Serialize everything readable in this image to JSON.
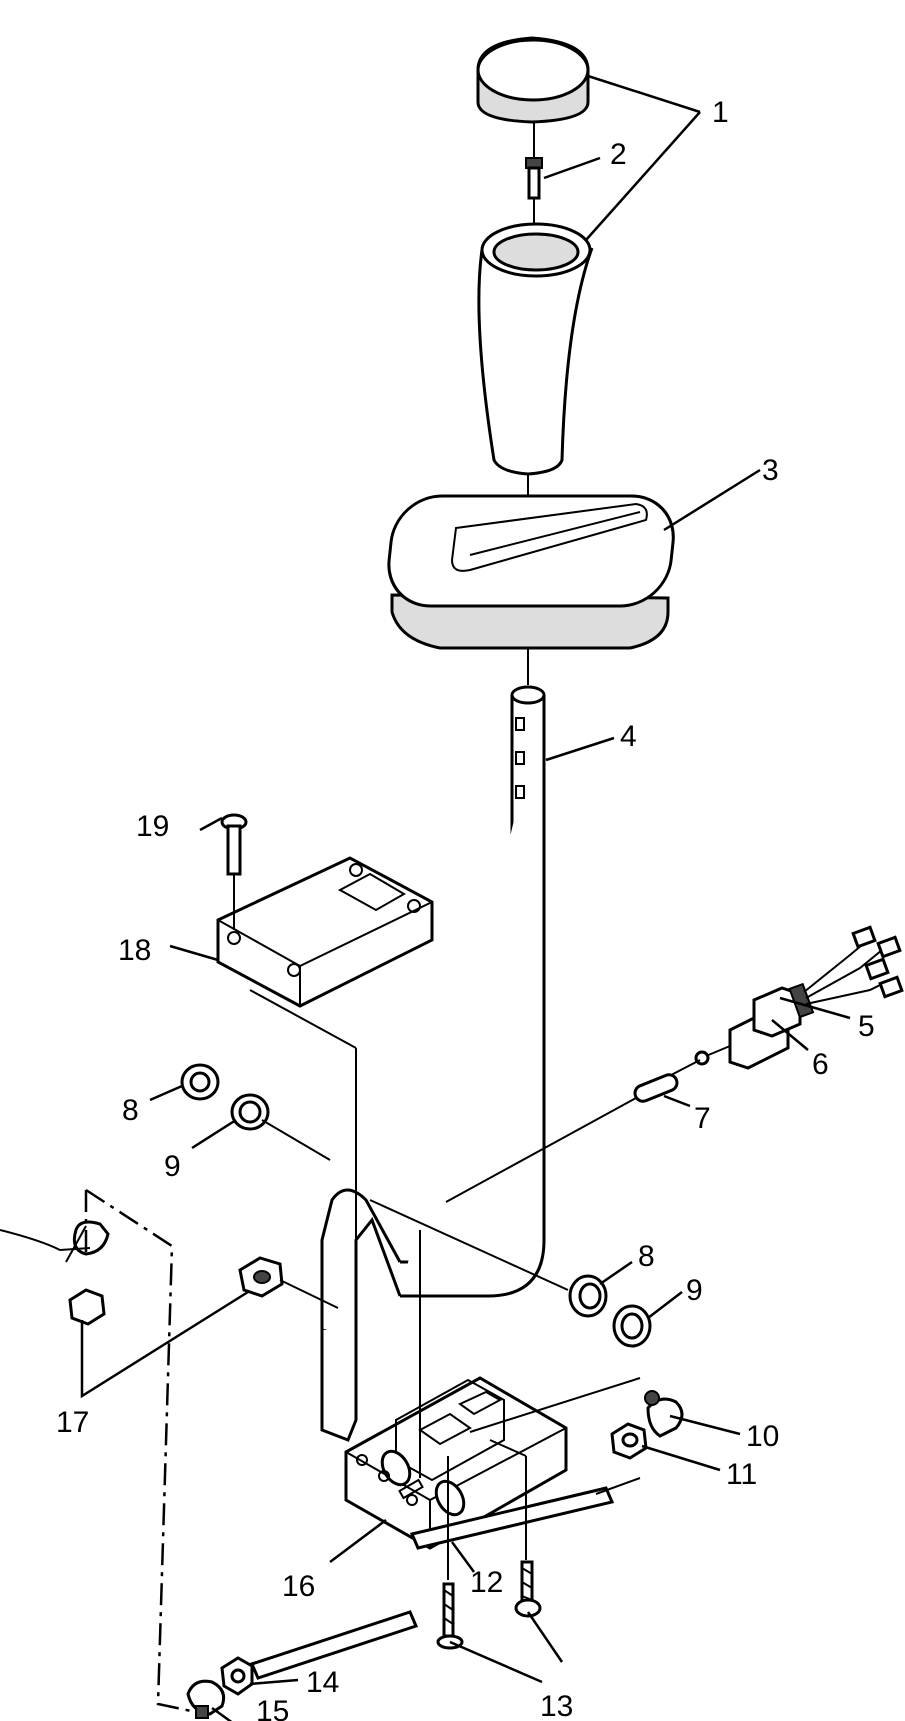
{
  "diagram": {
    "type": "exploded-parts-view",
    "callouts": [
      {
        "id": "c1",
        "label": "1"
      },
      {
        "id": "c2",
        "label": "2"
      },
      {
        "id": "c3",
        "label": "3"
      },
      {
        "id": "c4",
        "label": "4"
      },
      {
        "id": "c5",
        "label": "5"
      },
      {
        "id": "c6",
        "label": "6"
      },
      {
        "id": "c7",
        "label": "7"
      },
      {
        "id": "c8a",
        "label": "8"
      },
      {
        "id": "c8b",
        "label": "8"
      },
      {
        "id": "c9a",
        "label": "9"
      },
      {
        "id": "c9b",
        "label": "9"
      },
      {
        "id": "c10",
        "label": "10"
      },
      {
        "id": "c11",
        "label": "11"
      },
      {
        "id": "c12",
        "label": "12"
      },
      {
        "id": "c13",
        "label": "13"
      },
      {
        "id": "c14",
        "label": "14"
      },
      {
        "id": "c15",
        "label": "15"
      },
      {
        "id": "c16",
        "label": "16"
      },
      {
        "id": "c17",
        "label": "17"
      },
      {
        "id": "c18",
        "label": "18"
      },
      {
        "id": "c19",
        "label": "19"
      }
    ]
  }
}
